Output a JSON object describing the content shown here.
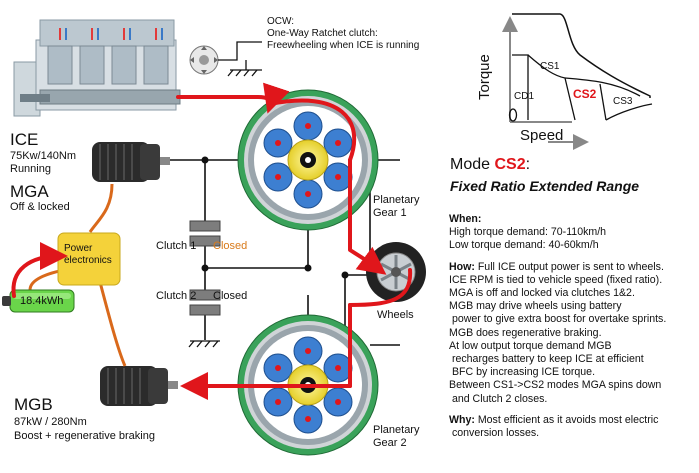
{
  "colors": {
    "power_flow_red": "#e0161b",
    "mechanical_orange": "#d9691b",
    "closed_orange": "#d97a1a",
    "battery_green": "#6ad54a",
    "power_box_yellow": "#f4d23a",
    "gear_green": "#3aa25a",
    "gear_blue": "#3d7fd1",
    "cs2_red": "#e0161b"
  },
  "icons": {
    "engine": "engine-icon",
    "ratchet": "ratchet-clutch-icon",
    "motor_a": "motor-icon",
    "motor_b": "motor-icon",
    "battery": "battery-icon",
    "wheel": "wheel-icon",
    "gear1": "planetary-gear-icon",
    "gear2": "planetary-gear-icon",
    "clutch": "clutch-icon",
    "ground": "ground-icon"
  },
  "ocw": {
    "line1": "OCW:",
    "line2": "One-Way Ratchet clutch:",
    "line3": "Freewheeling when ICE is running"
  },
  "ice": {
    "title": "ICE",
    "spec": "75Kw/140Nm",
    "state": "Running"
  },
  "mga": {
    "title": "MGA",
    "state": "Off & locked"
  },
  "mgb": {
    "title": "MGB",
    "spec": "87kW / 280Nm",
    "role": "Boost + regenerative braking"
  },
  "power_electronics": {
    "line1": "Power",
    "line2": "electronics"
  },
  "battery": {
    "capacity": "18.4kWh"
  },
  "clutch1": {
    "label": "Clutch 1",
    "state": "Closed"
  },
  "clutch2": {
    "label": "Clutch 2",
    "state": "Closed"
  },
  "gear1": {
    "line1": "Planetary",
    "line2": "Gear 1"
  },
  "gear2": {
    "line1": "Planetary",
    "line2": "Gear 2"
  },
  "wheels": {
    "label": "Wheels"
  },
  "graph": {
    "y_label": "Torque",
    "x_label": "Speed",
    "zones": [
      "CD1",
      "CS1",
      "CS2",
      "CS3"
    ]
  },
  "mode": {
    "prefix": "Mode ",
    "code": "CS2",
    "suffix": ":",
    "subtitle": "Fixed Ratio Extended Range"
  },
  "panel": {
    "when_head": "When:",
    "when_lines": [
      "High torque demand: 70-110km/h",
      "Low torque demand: 40-60km/h"
    ],
    "how_head": "How:",
    "how_first": " Full ICE output power is sent to wheels.",
    "how_lines": [
      "ICE RPM is tied to vehicle speed (fixed ratio).",
      "MGA is off and locked via clutches 1&2.",
      "MGB may drive wheels using battery",
      " power to give extra boost for overtake sprints.",
      "MGB does regenerative braking.",
      "At low output torque demand MGB",
      " recharges battery to keep ICE at efficient",
      " BFC by increasing ICE torque.",
      "Between CS1->CS2 modes MGA spins down",
      " and Clutch 2 closes."
    ],
    "why_head": "Why:",
    "why_first": " Most efficient as it avoids most electric",
    "why_second": " conversion losses."
  }
}
